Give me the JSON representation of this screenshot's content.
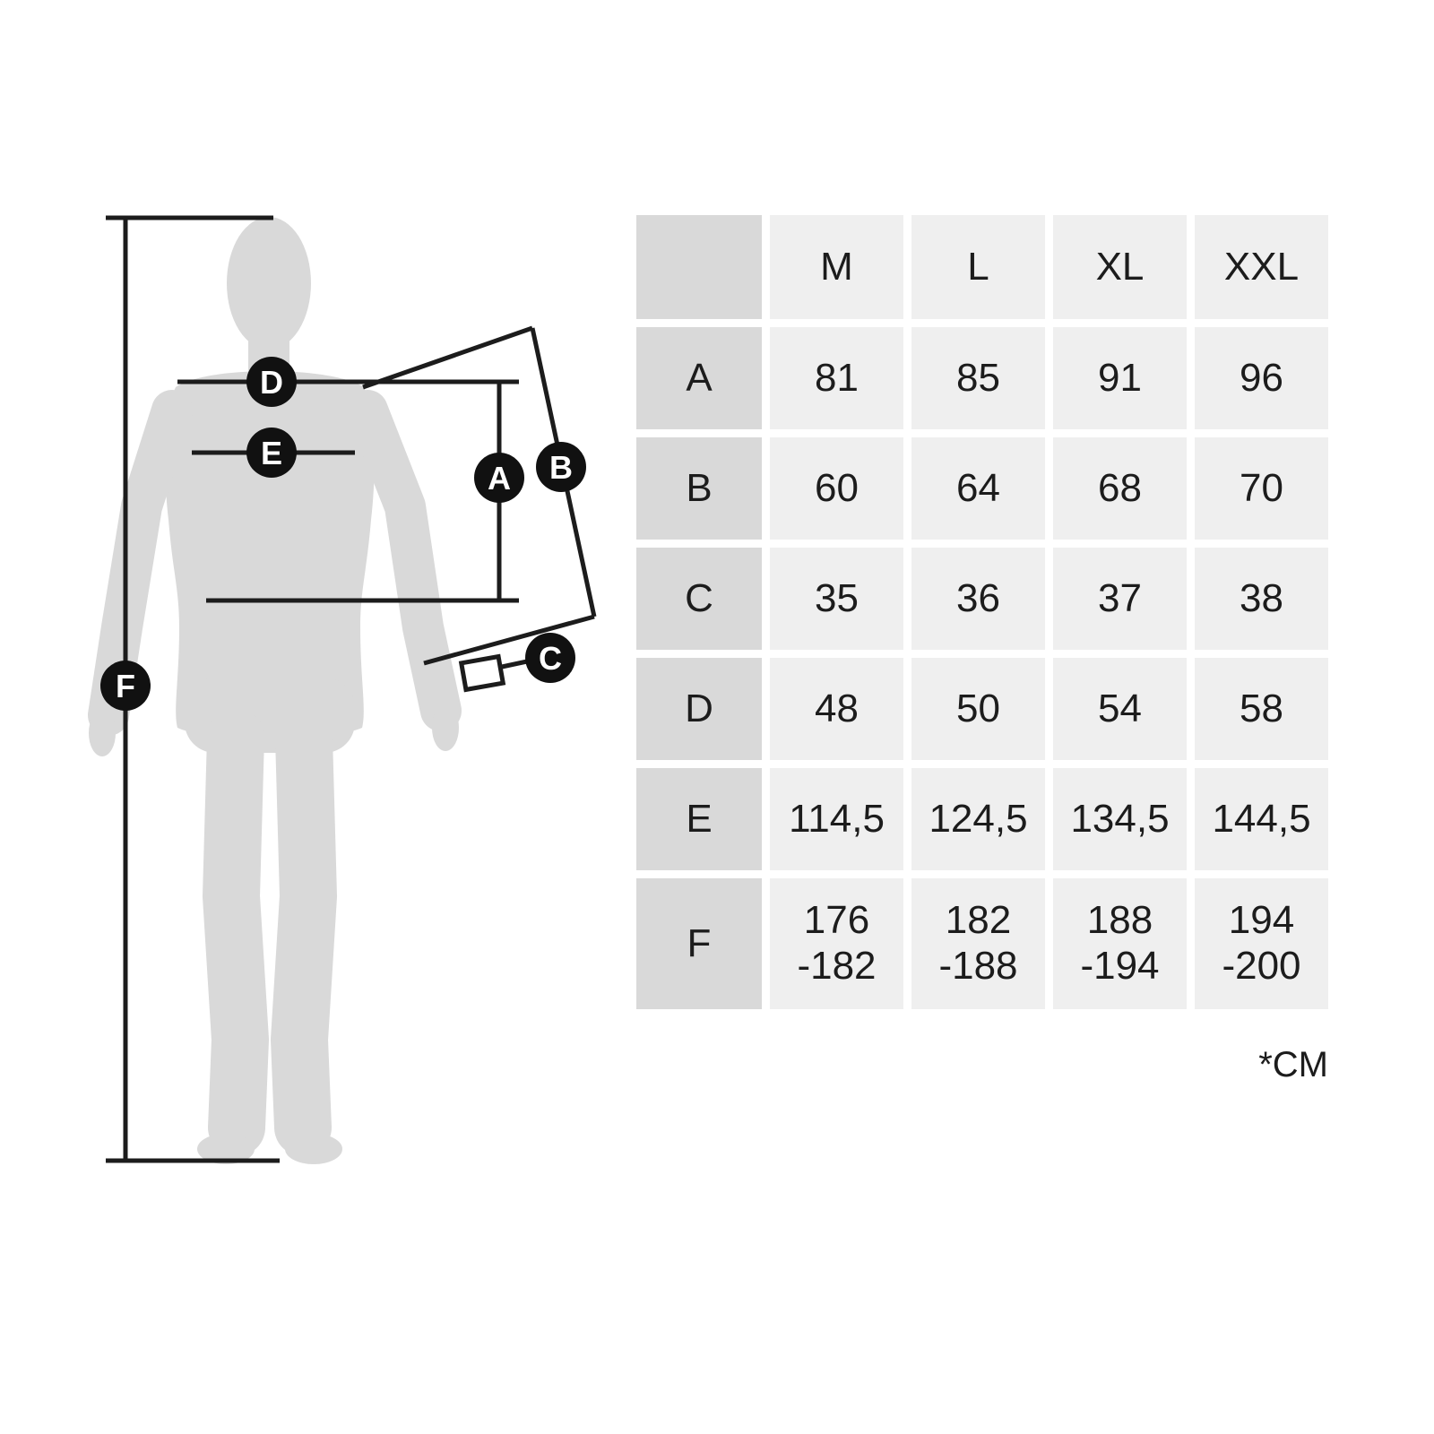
{
  "diagram": {
    "markers": [
      "A",
      "B",
      "C",
      "D",
      "E",
      "F"
    ],
    "silhouette_color": "#d9d9d9",
    "line_color": "#1c1c1c",
    "marker_bg_color": "#111111",
    "marker_text_color": "#ffffff"
  },
  "table": {
    "corner_label": "",
    "columns": [
      "M",
      "L",
      "XL",
      "XXL"
    ],
    "rows": [
      {
        "label": "A",
        "values": [
          "81",
          "85",
          "91",
          "96"
        ]
      },
      {
        "label": "B",
        "values": [
          "60",
          "64",
          "68",
          "70"
        ]
      },
      {
        "label": "C",
        "values": [
          "35",
          "36",
          "37",
          "38"
        ]
      },
      {
        "label": "D",
        "values": [
          "48",
          "50",
          "54",
          "58"
        ]
      },
      {
        "label": "E",
        "values": [
          "114,5",
          "124,5",
          "134,5",
          "144,5"
        ]
      },
      {
        "label": "F",
        "values": [
          "176\n-182",
          "182\n-188",
          "188\n-194",
          "194\n-200"
        ]
      }
    ],
    "unit_note": "*CM"
  }
}
